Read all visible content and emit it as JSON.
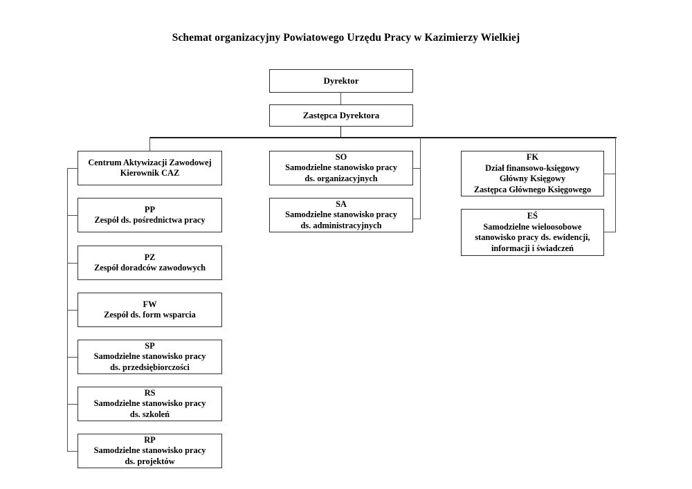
{
  "title": "Schemat organizacyjny Powiatowego Urzędu Pracy w Kazimierzy Wielkiej",
  "chart_data": {
    "type": "diagram",
    "diagram_kind": "organizational-chart",
    "title": "Schemat organizacyjny Powiatowego Urzędu Pracy w Kazimierzy Wielkiej",
    "nodes": [
      {
        "id": "dyrektor",
        "label": "Dyrektor",
        "level": 0,
        "column": "center"
      },
      {
        "id": "zastepca",
        "label": "Zastępca Dyrektora",
        "level": 1,
        "column": "center"
      },
      {
        "id": "caz",
        "code": "",
        "label": "Centrum Aktywizacji Zawodowej\nKierownik CAZ",
        "level": 2,
        "column": "left"
      },
      {
        "id": "pp",
        "code": "PP",
        "label": "PP\nZespół ds. pośrednictwa pracy",
        "level": 2,
        "column": "left"
      },
      {
        "id": "pz",
        "code": "PZ",
        "label": "PZ\nZespół doradców zawodowych",
        "level": 2,
        "column": "left"
      },
      {
        "id": "fw",
        "code": "FW",
        "label": "FW\nZespół  ds. form wsparcia",
        "level": 2,
        "column": "left"
      },
      {
        "id": "sp",
        "code": "SP",
        "label": "SP\nSamodzielne stanowisko pracy\nds. przedsiębiorczości",
        "level": 2,
        "column": "left"
      },
      {
        "id": "rs",
        "code": "RS",
        "label": "RS\nSamodzielne stanowisko pracy\nds. szkoleń",
        "level": 2,
        "column": "left"
      },
      {
        "id": "rp",
        "code": "RP",
        "label": "RP\nSamodzielne stanowisko pracy\nds. projektów",
        "level": 2,
        "column": "left"
      },
      {
        "id": "so",
        "code": "SO",
        "label": "SO\nSamodzielne stanowisko pracy\nds. organizacyjnych",
        "level": 2,
        "column": "middle"
      },
      {
        "id": "sa",
        "code": "SA",
        "label": "SA\nSamodzielne stanowisko pracy\nds. administracyjnych",
        "level": 2,
        "column": "middle"
      },
      {
        "id": "fk",
        "code": "FK",
        "label": "FK\nDział finansowo-księgowy\nGłówny Księgowy\nZastępca Głównego Księgowego",
        "level": 2,
        "column": "right"
      },
      {
        "id": "es",
        "code": "EŚ",
        "label": "EŚ\nSamodzielne wieloosobowe\nstanowisko pracy ds. ewidencji,\ninformacji i świadczeń",
        "level": 2,
        "column": "right"
      }
    ],
    "edges": [
      {
        "from": "dyrektor",
        "to": "zastepca"
      },
      {
        "from": "zastepca",
        "to": "caz"
      },
      {
        "from": "zastepca",
        "to": "pp"
      },
      {
        "from": "zastepca",
        "to": "pz"
      },
      {
        "from": "zastepca",
        "to": "fw"
      },
      {
        "from": "zastepca",
        "to": "sp"
      },
      {
        "from": "zastepca",
        "to": "rs"
      },
      {
        "from": "zastepca",
        "to": "rp"
      },
      {
        "from": "zastepca",
        "to": "so"
      },
      {
        "from": "zastepca",
        "to": "sa"
      },
      {
        "from": "zastepca",
        "to": "fk"
      },
      {
        "from": "zastepca",
        "to": "es"
      }
    ],
    "colors": {
      "box_border": "#2b2b2b",
      "connector": "#4a4a4a",
      "text": "#000000",
      "background": "#ffffff"
    }
  },
  "nodes": {
    "dyrektor": "Dyrektor",
    "zastepca": "Zastępca Dyrektora",
    "caz": "Centrum Aktywizacji Zawodowej\nKierownik CAZ",
    "pp": "PP\nZespół ds. pośrednictwa pracy",
    "pz": "PZ\nZespół doradców zawodowych",
    "fw": "FW\nZespół  ds. form wsparcia",
    "sp": "SP\nSamodzielne stanowisko pracy\nds. przedsiębiorczości",
    "rs": "RS\nSamodzielne stanowisko pracy\nds. szkoleń",
    "rp": "RP\nSamodzielne stanowisko pracy\nds. projektów",
    "so": "SO\nSamodzielne stanowisko pracy\nds. organizacyjnych",
    "sa": "SA\nSamodzielne stanowisko pracy\nds. administracyjnych",
    "fk": "FK\nDział finansowo-księgowy\nGłówny Księgowy\nZastępca Głównego Księgowego",
    "es": "EŚ\nSamodzielne wieloosobowe\nstanowisko pracy ds. ewidencji,\ninformacji i świadczeń"
  }
}
